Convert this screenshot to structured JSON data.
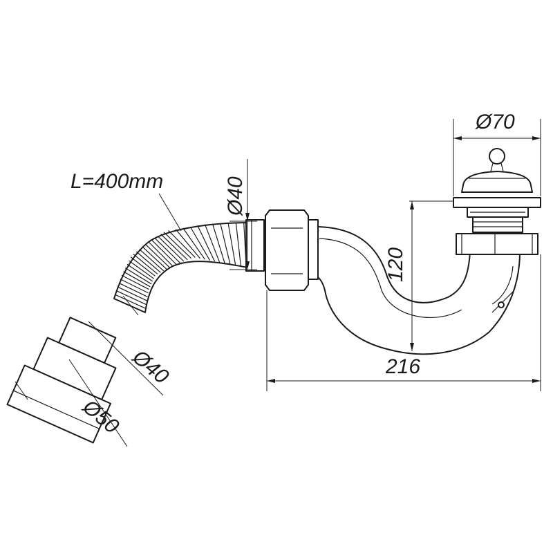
{
  "dimensions": {
    "hose_length": "L=400mm",
    "hose_diameter_top": "Ø40",
    "trap_height": "120",
    "trap_width": "216",
    "outlet_inner_diameter": "Ø40",
    "outlet_outer_diameter": "Ø50",
    "drain_diameter": "Ø70"
  }
}
